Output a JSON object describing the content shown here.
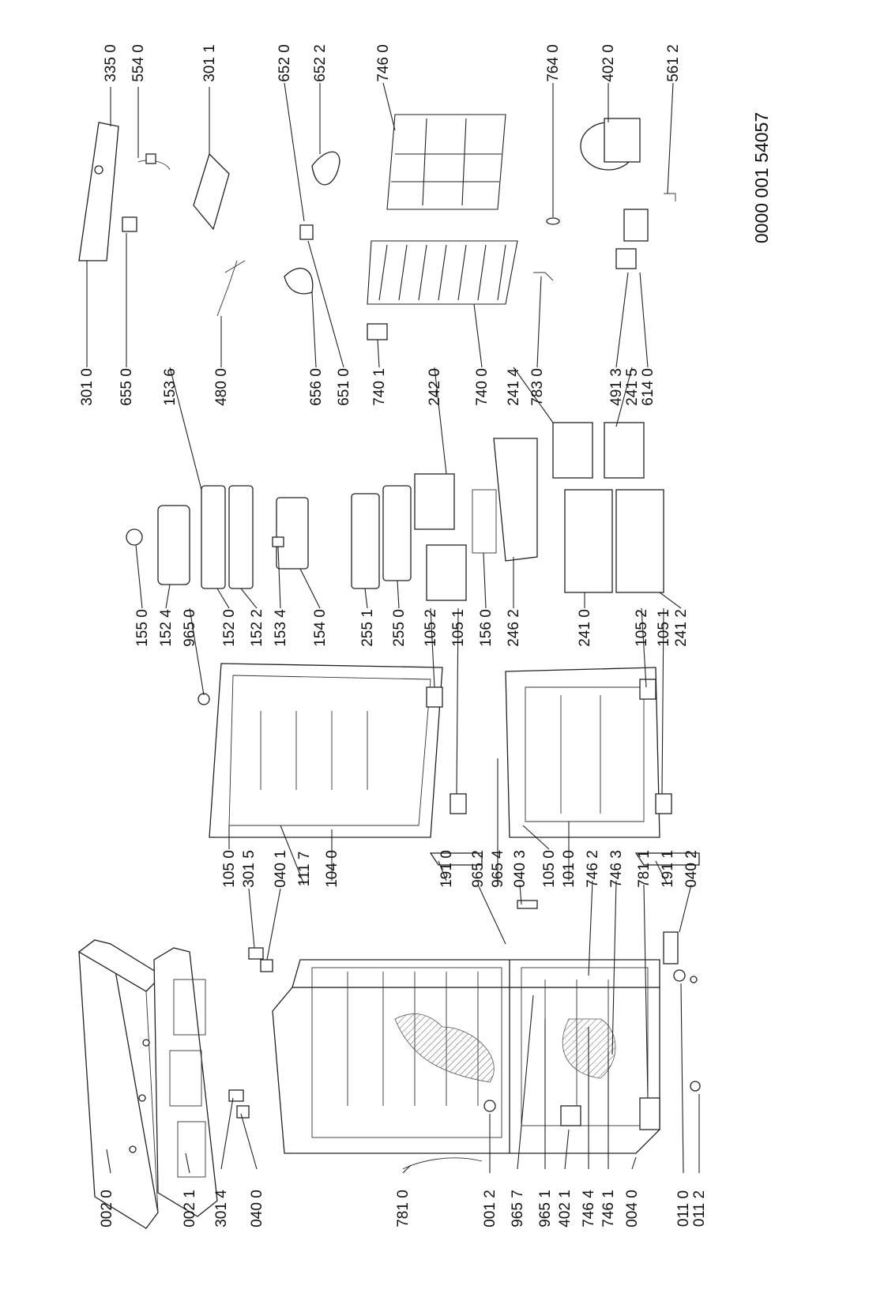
{
  "document_code": "0000 001 54057",
  "columns": [
    {
      "id": "col1",
      "labels": [
        "002 0",
        "002 1",
        "301 4",
        "040 0",
        "781 0",
        "001 2",
        "965 7",
        "965 1",
        "402 1",
        "746 4",
        "746 1",
        "004 0",
        "011 0",
        "011 2"
      ]
    },
    {
      "id": "col2",
      "labels": [
        "105 0",
        "301 5",
        "040 1",
        "111 7",
        "104 0",
        "191 0",
        "965 2",
        "965 4",
        "040 3",
        "105 0",
        "101 0",
        "746 2",
        "746 3",
        "781 1",
        "191 1",
        "040 2"
      ]
    },
    {
      "id": "col3",
      "labels": [
        "155 0",
        "152 4",
        "965 0",
        "152 0",
        "152 2",
        "153 4",
        "154 0",
        "255 1",
        "255 0",
        "105 2",
        "105 1",
        "156 0",
        "246 2",
        "241 0",
        "105 2",
        "105 1",
        "241 2"
      ]
    },
    {
      "id": "col4",
      "labels": [
        "301 0",
        "655 0",
        "153 6",
        "480 0",
        "656 0",
        "651 0",
        "242 0",
        "740 1",
        "740 0",
        "241 4",
        "783 0",
        "491 3",
        "241 5",
        "614 0"
      ]
    },
    {
      "id": "col5",
      "labels": [
        "335 0",
        "554 0",
        "301 1",
        "652 0",
        "652 2",
        "746 0",
        "764 0",
        "402 0",
        "561 2"
      ]
    }
  ]
}
